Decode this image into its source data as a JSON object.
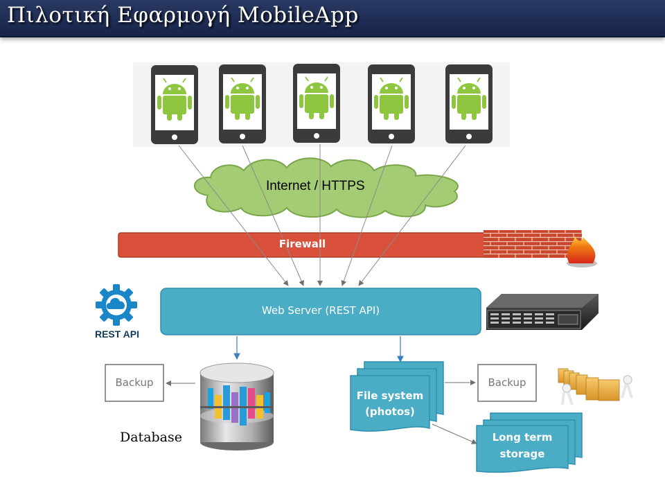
{
  "title": "Πιλοτική Εφαρμογή MobileApp",
  "colors": {
    "title_bar": "#1f2d55",
    "cloud": "#a4cc74",
    "firewall": "#d9513b",
    "server_box": "#4bacc6",
    "android_green": "#8ec63f",
    "phone_body": "#3b3b3b"
  },
  "devices": {
    "count_icon": "android-phone-icon",
    "items": [
      "android-phone-icon",
      "android-phone-icon",
      "android-phone-icon",
      "android-phone-icon",
      "android-phone-icon"
    ]
  },
  "network": {
    "cloud_label": "Internet / HTTPS"
  },
  "firewall": {
    "label": "Firewall",
    "icons": [
      "brick-wall-icon",
      "fire-icon"
    ]
  },
  "server": {
    "label": "Web Server (REST API)",
    "rest_icon_label": "REST API",
    "rack_icon": "server-rack-icon"
  },
  "storage": {
    "database_label": "Database",
    "db_backup_label": "Backup",
    "fs_line1": "File system",
    "fs_line2": "(photos)",
    "fs_backup_label": "Backup",
    "lt_line1": "Long term",
    "lt_line2": "storage",
    "archive_icon": "archive-folders-icon"
  }
}
